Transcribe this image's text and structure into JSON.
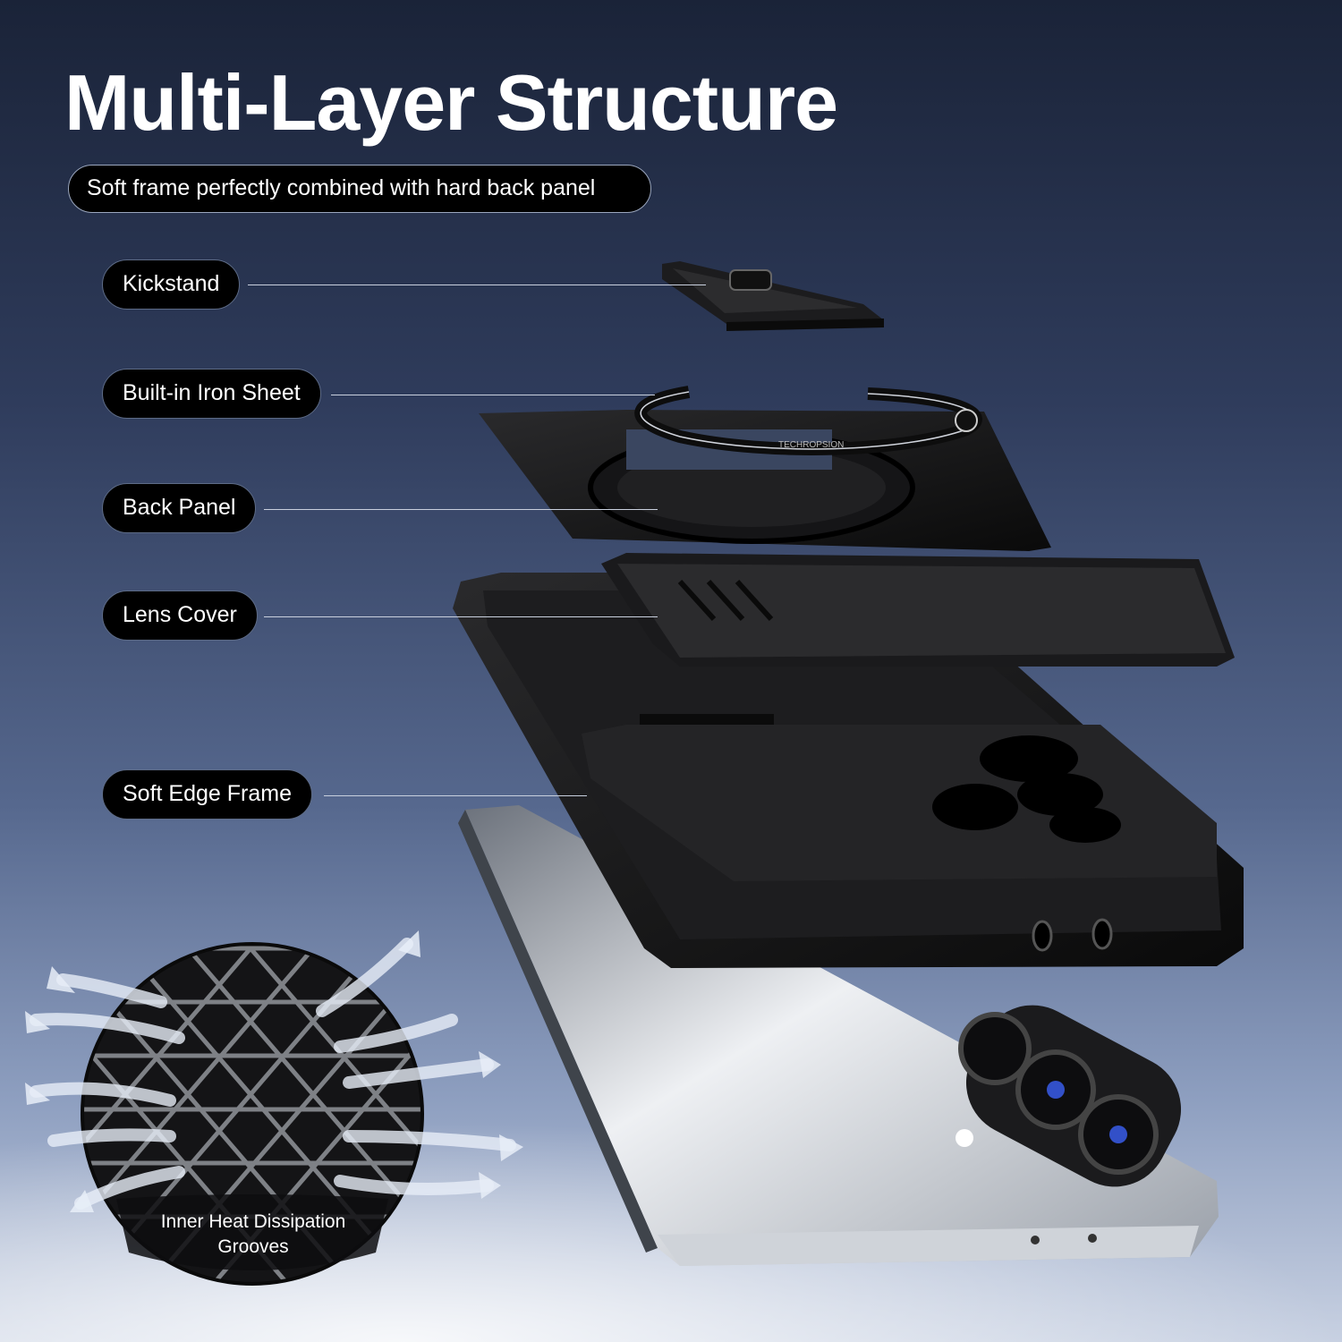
{
  "title": "Multi-Layer Structure",
  "subtitle": "Soft frame perfectly combined with hard back panel",
  "labels": {
    "kickstand": "Kickstand",
    "iron_sheet": "Built-in Iron Sheet",
    "back_panel": "Back Panel",
    "lens_cover": "Lens Cover",
    "soft_edge_frame": "Soft Edge Frame"
  },
  "grooves_caption": "Inner Heat Dissipation Grooves",
  "iron_sheet_print": "TECHROPSION",
  "colors": {
    "case_black": "#111111",
    "phone_silver": "#d9dde4",
    "text": "#ffffff"
  }
}
